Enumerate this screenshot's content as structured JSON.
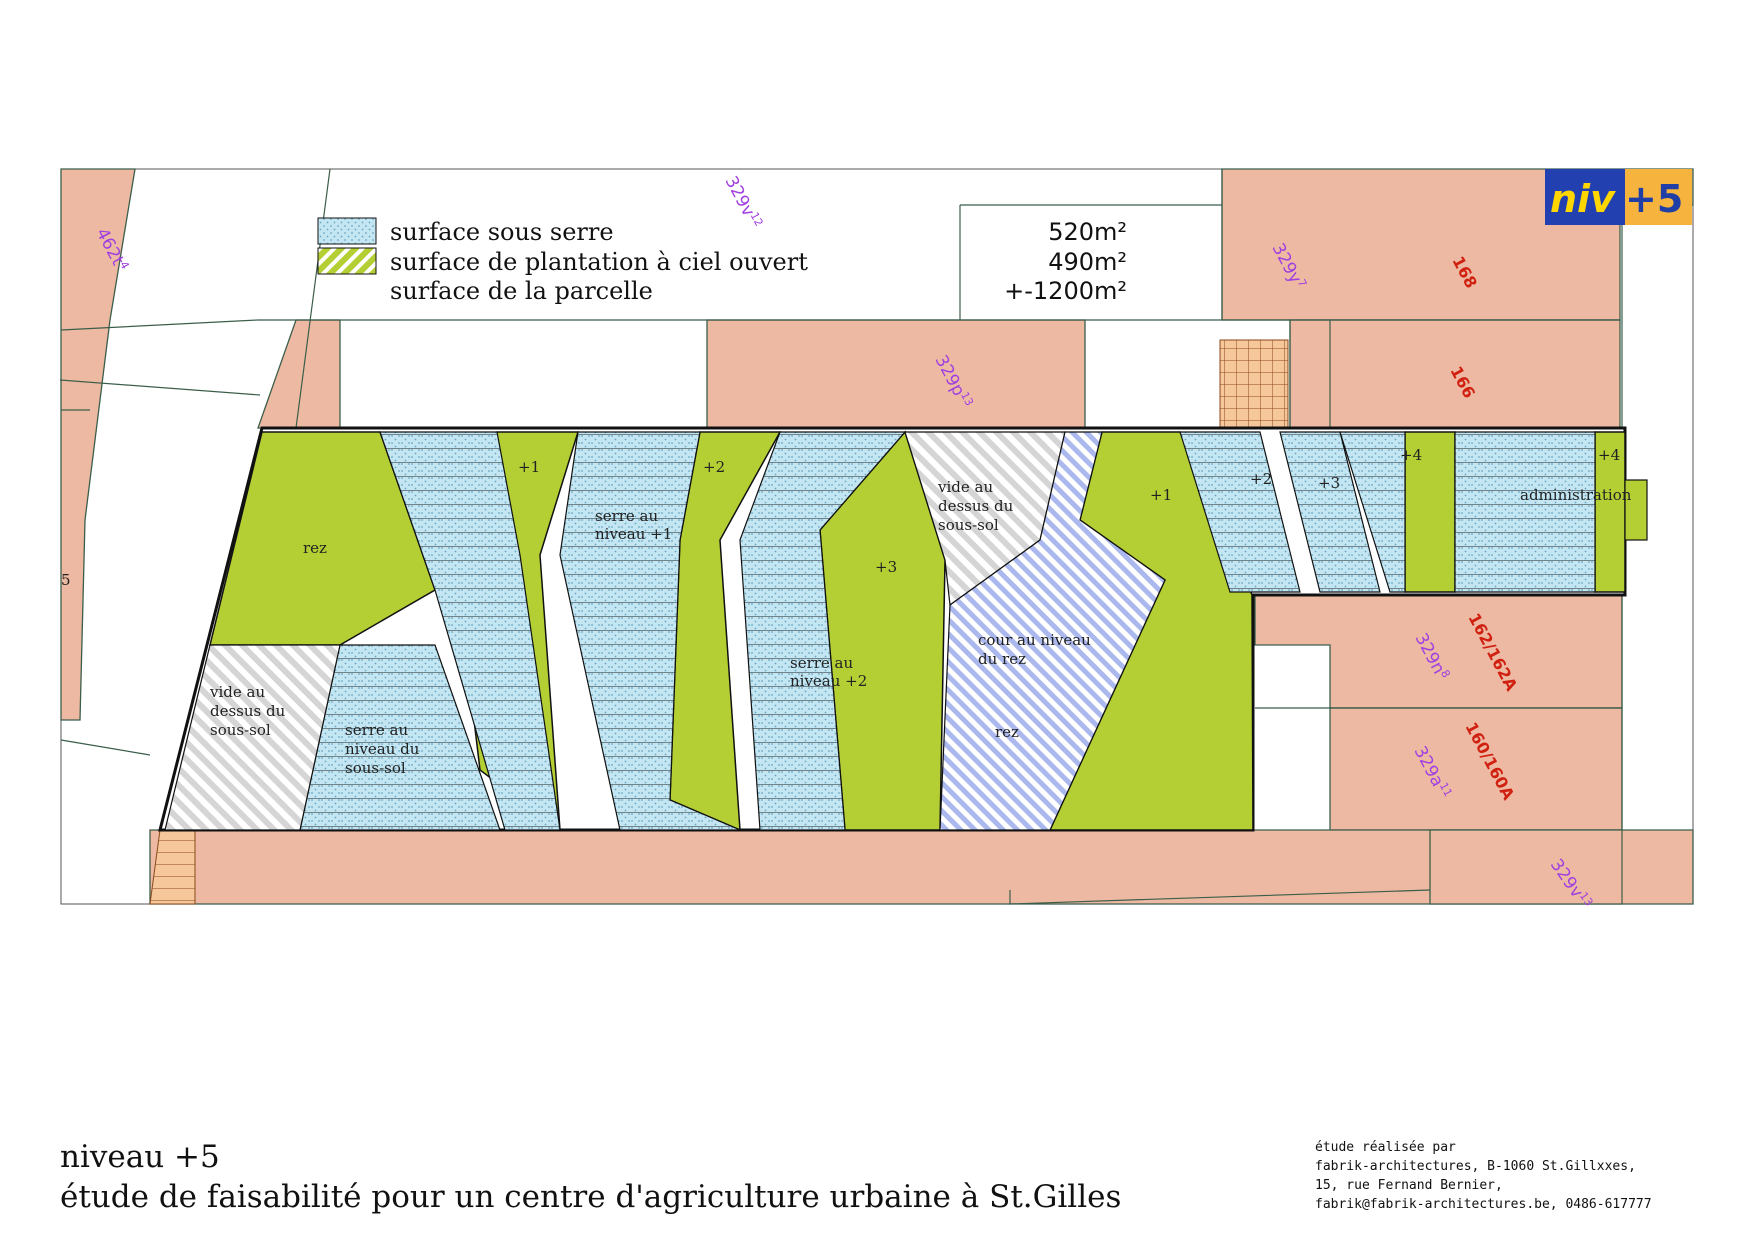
{
  "badge": {
    "prefix": "niv",
    "suffix": "+5"
  },
  "legend": [
    {
      "label": "surface sous serre",
      "value": "520m²"
    },
    {
      "label": "surface de plantation à ciel ouvert",
      "value": "490m²"
    },
    {
      "label": "surface de la parcelle",
      "value": "+-1200m²"
    }
  ],
  "lots": [
    "462t",
    "329v",
    "329y",
    "329p",
    "329n",
    "329a",
    "329v"
  ],
  "lot_sup": [
    "4",
    "12",
    "7",
    "13",
    "8",
    "11",
    "13"
  ],
  "street_numbers": [
    "168",
    "166",
    "162/162A",
    "160/160A"
  ],
  "zones": {
    "rez_left": "rez",
    "plus1_a": "+1",
    "plus2_a": "+2",
    "serre_niv1_1": "serre au",
    "serre_niv1_2": "niveau +1",
    "plus3_a": "+3",
    "vide_top_1": "vide au",
    "vide_top_2": "dessus du",
    "vide_top_3": "sous-sol",
    "plus1_b": "+1",
    "plus2_b": "+2",
    "plus3_b": "+3",
    "plus4_b": "+4",
    "plus4_c": "+4",
    "administration": "administration",
    "vide_bot_1": "vide au",
    "vide_bot_2": "dessus du",
    "vide_bot_3": "sous-sol",
    "serre_ss_1": "serre au",
    "serre_ss_2": "niveau du",
    "serre_ss_3": "sous-sol",
    "serre_niv2_1": "serre au",
    "serre_niv2_2": "niveau +2",
    "cour_1": "cour au niveau",
    "cour_2": "du rez",
    "rez_cour": "rez",
    "small_5": "5"
  },
  "footer": {
    "title": "niveau +5",
    "subtitle": "étude de faisabilité pour un centre d'agriculture urbaine à St.Gilles"
  },
  "credits": [
    "étude réalisée par",
    "fabrik-architectures, B-1060 St.Gillxxes,",
    "15, rue Fernand Bernier,",
    "fabrik@fabrik-architectures.be,  0486-617777"
  ],
  "colors": {
    "neighbor": "#edb9a3",
    "green": "#b3cf34",
    "serre": "#bfe6f2",
    "cour": "#b5c2ee",
    "vide": "#d7d7d7",
    "grid": "#f5c79a"
  }
}
